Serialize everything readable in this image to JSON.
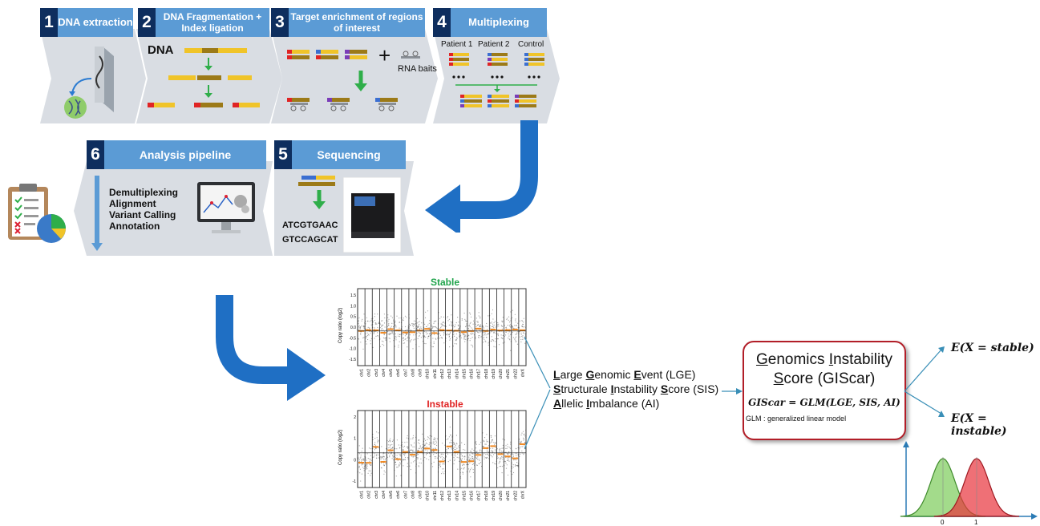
{
  "steps": [
    {
      "num": "1",
      "title": "DNA extraction"
    },
    {
      "num": "2",
      "title": "DNA Fragmentation + Index ligation"
    },
    {
      "num": "3",
      "title": "Target enrichment of regions of interest"
    },
    {
      "num": "4",
      "title": "Multiplexing"
    },
    {
      "num": "5",
      "title": "Sequencing"
    },
    {
      "num": "6",
      "title": "Analysis pipeline"
    }
  ],
  "step2": {
    "dna_label": "DNA"
  },
  "step3": {
    "baits_label": "RNA baits",
    "plus": "+"
  },
  "step4": {
    "columns": [
      "Patient 1",
      "Patient 2",
      "Control"
    ]
  },
  "step5": {
    "reads": [
      "ATCGTGAAC",
      "GTCCAGCAT"
    ]
  },
  "step6": {
    "pipeline": [
      "Demultiplexing",
      "Alignment",
      "Variant Calling",
      "Annotation"
    ]
  },
  "plots": {
    "stable_title": "Stable",
    "instable_title": "Instable",
    "ylabel": "Copy ratio (log2)",
    "stable_yticks": [
      "1.5",
      "1.0",
      "0.5",
      "0.0",
      "-0.5",
      "-1.0",
      "-1.5"
    ],
    "instable_yticks": [
      "2",
      "1",
      "0",
      "-1"
    ],
    "chromosomes": [
      "chr1",
      "chr2",
      "chr3",
      "chr4",
      "chr5",
      "chr6",
      "chr7",
      "chr8",
      "chr9",
      "chr10",
      "chr11",
      "chr12",
      "chr13",
      "chr14",
      "chr15",
      "chr16",
      "chr17",
      "chr18",
      "chr19",
      "chr20",
      "chr21",
      "chr22",
      "chrX"
    ]
  },
  "features": [
    {
      "parts": [
        [
          "L",
          "u"
        ],
        [
          "arge ",
          ""
        ],
        [
          "G",
          "u"
        ],
        [
          "enomic ",
          ""
        ],
        [
          "E",
          "u"
        ],
        [
          "vent (LGE)",
          ""
        ]
      ]
    },
    {
      "parts": [
        [
          "S",
          "u"
        ],
        [
          "tructurale ",
          ""
        ],
        [
          "I",
          "u"
        ],
        [
          "nstability ",
          ""
        ],
        [
          "S",
          "u"
        ],
        [
          "core (SIS)",
          ""
        ]
      ]
    },
    {
      "parts": [
        [
          "A",
          "u"
        ],
        [
          "llelic ",
          ""
        ],
        [
          "I",
          "u"
        ],
        [
          "mbalance (AI)",
          ""
        ]
      ]
    }
  ],
  "gis": {
    "title_line1": [
      [
        "G",
        "u"
      ],
      [
        "enomics ",
        ""
      ],
      [
        "I",
        "u"
      ],
      [
        "nstability",
        ""
      ]
    ],
    "title_line2": [
      [
        "S",
        "u"
      ],
      [
        "core (GIScar)",
        ""
      ]
    ],
    "formula": "GIScar = GLM(LGE, SIS, AI)",
    "note": "GLM : generalized linear model"
  },
  "outcomes": {
    "stable": "E(X = stable)",
    "instable": "E(X = instable)"
  },
  "density": {
    "xticks": [
      "0",
      "1"
    ],
    "colors": {
      "stable": "#7ccc5a",
      "instable": "#e8333c"
    }
  },
  "colors": {
    "header": "#5b9bd5",
    "number": "#0e2e5e",
    "chevron": "#d9dde3",
    "arrow": "#1f6fc4",
    "gis_border": "#b21e28"
  }
}
